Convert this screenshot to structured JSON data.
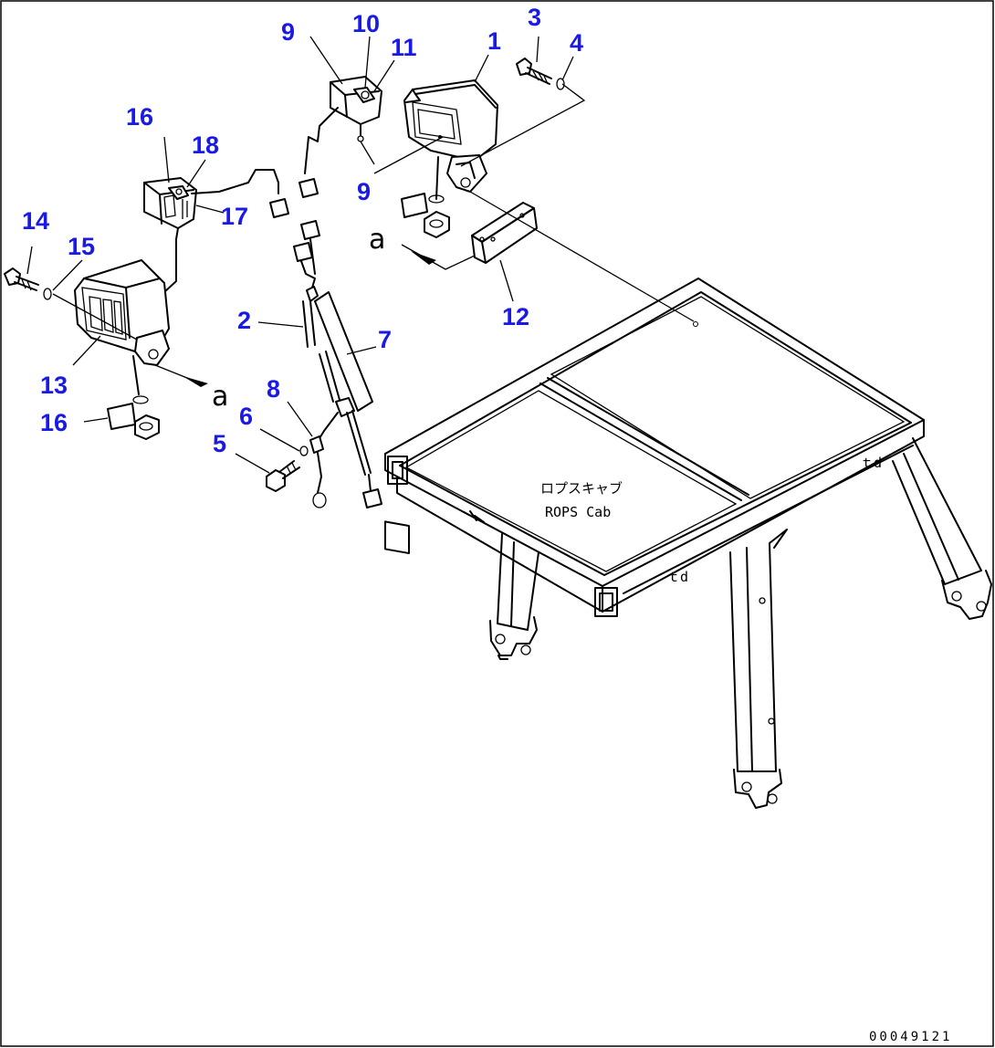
{
  "diagram": {
    "callouts": [
      {
        "id": "c-1",
        "text": "1"
      },
      {
        "id": "c-2",
        "text": "2"
      },
      {
        "id": "c-3",
        "text": "3"
      },
      {
        "id": "c-4",
        "text": "4"
      },
      {
        "id": "c-5",
        "text": "5"
      },
      {
        "id": "c-6",
        "text": "6"
      },
      {
        "id": "c-7",
        "text": "7"
      },
      {
        "id": "c-8",
        "text": "8"
      },
      {
        "id": "c-9a",
        "text": "9"
      },
      {
        "id": "c-9b",
        "text": "9"
      },
      {
        "id": "c-10",
        "text": "10"
      },
      {
        "id": "c-11",
        "text": "11"
      },
      {
        "id": "c-12",
        "text": "12"
      },
      {
        "id": "c-13",
        "text": "13"
      },
      {
        "id": "c-14",
        "text": "14"
      },
      {
        "id": "c-15",
        "text": "15"
      },
      {
        "id": "c-16a",
        "text": "16"
      },
      {
        "id": "c-16b",
        "text": "16"
      },
      {
        "id": "c-17",
        "text": "17"
      },
      {
        "id": "c-18",
        "text": "18"
      }
    ],
    "connection_mark": "a",
    "cab_label_jp": "ロプスキャブ",
    "cab_label_en": "ROPS Cab",
    "document_id": "00049121"
  }
}
